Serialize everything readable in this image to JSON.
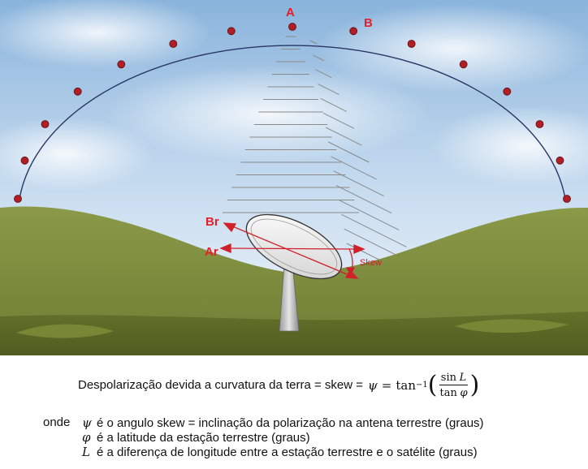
{
  "diagram": {
    "label_a": "A",
    "label_b": "B",
    "label_br": "Br",
    "label_ar": "Ar",
    "label_skew": "Skew",
    "colors": {
      "sky_top": "#8fb8df",
      "sky_bottom": "#ffffff",
      "hill": "#7e8f3e",
      "hill_dark": "#5f6e2c",
      "arc": "#2b3566",
      "dot": "#b11e25",
      "label": "#e0202a",
      "line": "#8a8a8a"
    }
  },
  "caption": {
    "formula_text": "Despolarização devida a curvatura da terra = skew =",
    "psi": "ψ",
    "equals": "=",
    "arctan": "tan",
    "arctan_exp": "−1",
    "num_fn": "sin",
    "num_var": "L",
    "den_fn": "tan",
    "den_var": "φ",
    "where": "onde",
    "defs": [
      {
        "symbol": "ψ",
        "text": "é o angulo skew = inclinação da polarização na antena terrestre (graus)"
      },
      {
        "symbol": "φ",
        "text": "é a latitude da estação terrestre (graus)"
      },
      {
        "symbol": "L",
        "text": "é a diferença de longitude entre a estação terrestre e o satélite (graus)"
      }
    ]
  }
}
